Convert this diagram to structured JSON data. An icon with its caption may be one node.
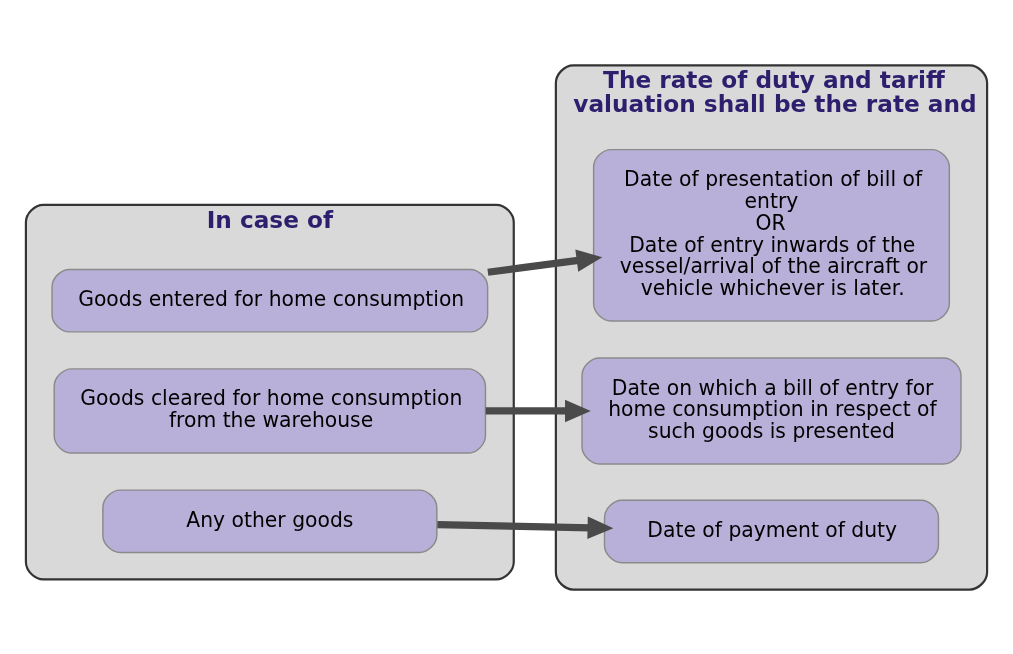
{
  "diagram": {
    "nodes": [
      {
        "text": [
          "In case of"
        ]
      },
      {
        "text": [
          "Goods entered for home consumption"
        ],
        "in": 0
      },
      {
        "text": [
          "Goods cleared for home consumption from the warehouse"
        ],
        "in": 0
      },
      {
        "text": [
          "Any other goods"
        ],
        "in": 0
      },
      {
        "text": [
          "The rate of duty and tariff valuation shall be the rate and"
        ]
      },
      {
        "text": [
          "Date of presentation of bill of entry",
          "OR",
          "Date of entry inwards of the vessel/arrival of the aircraft or vehicle whichever is later."
        ],
        "in": 4
      },
      {
        "text": [
          "Date on which a bill of entry for home consumption in respect of such goods is presented"
        ],
        "in": 4
      },
      {
        "text": [
          "Date of payment of duty"
        ],
        "in": 4
      }
    ],
    "edges": [
      {
        "from": 1,
        "to": 5,
        "arrow": "to"
      },
      {
        "from": 2,
        "to": 6,
        "arrow": "to"
      },
      {
        "from": 3,
        "to": 7,
        "arrow": "to"
      }
    ]
  }
}
